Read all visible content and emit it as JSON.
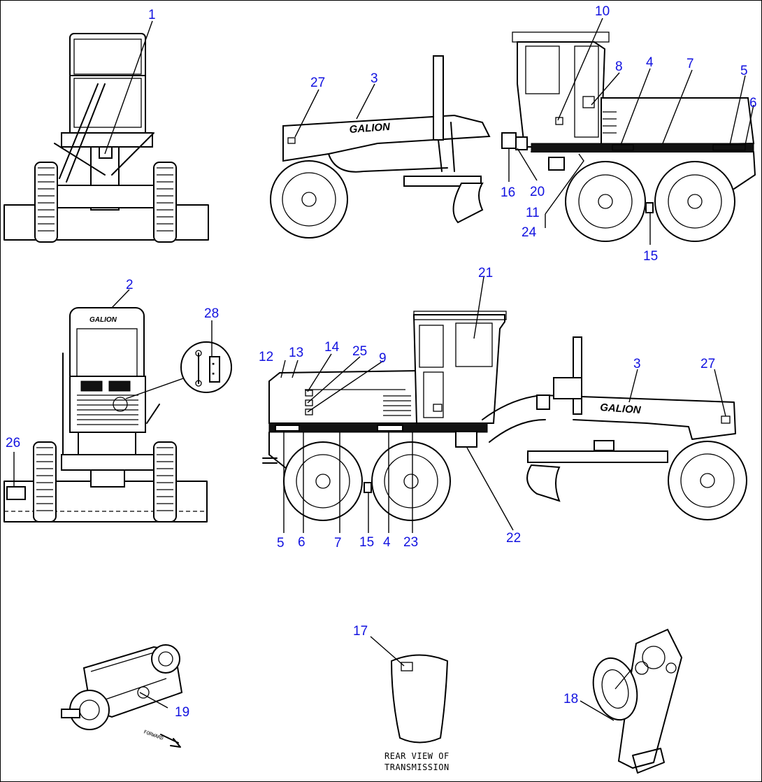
{
  "callouts": {
    "c1": "1",
    "c2": "2",
    "c3a": "3",
    "c3b": "3",
    "c4a": "4",
    "c4b": "4",
    "c5a": "5",
    "c5b": "5",
    "c6a": "6",
    "c6b": "6",
    "c7a": "7",
    "c7b": "7",
    "c8": "8",
    "c9": "9",
    "c10": "10",
    "c11": "11",
    "c12": "12",
    "c13": "13",
    "c14": "14",
    "c15a": "15",
    "c15b": "15",
    "c16": "16",
    "c17": "17",
    "c18": "18",
    "c19": "19",
    "c20": "20",
    "c21": "21",
    "c22": "22",
    "c23": "23",
    "c24": "24",
    "c25": "25",
    "c26": "26",
    "c27a": "27",
    "c27b": "27",
    "c28": "28"
  },
  "brand": {
    "grader_side_upper": "GALION",
    "grader_side_lower": "GALION",
    "grader_rear": "GALION"
  },
  "transmission_caption": {
    "line1": "REAR VIEW OF",
    "line2": "TRANSMISSION"
  },
  "colors": {
    "callout": "#1212e0",
    "line": "#000000"
  }
}
